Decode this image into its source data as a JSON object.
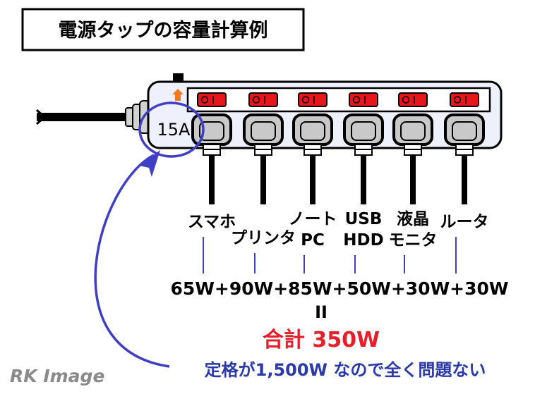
{
  "title": "電源タップの容量計算例",
  "capacity_label": "15A",
  "devices": [
    {
      "id": "smartphone",
      "lines": [
        "スマホ"
      ],
      "watts": "65W"
    },
    {
      "id": "printer",
      "lines": [
        "プリンタ"
      ],
      "watts": "90W"
    },
    {
      "id": "notebook-pc",
      "lines": [
        "ノート",
        "PC"
      ],
      "watts": "85W"
    },
    {
      "id": "usb-hdd",
      "lines": [
        "USB",
        "HDD"
      ],
      "watts": "50W"
    },
    {
      "id": "lcd-monitor",
      "lines": [
        "液晶",
        "モニタ"
      ],
      "watts": "30W"
    },
    {
      "id": "router",
      "lines": [
        "ルータ"
      ],
      "watts": "30W"
    }
  ],
  "sum_expression": "65W+90W+85W+50W+30W+30W",
  "equals_sign": "II",
  "total_label": "合計 350W",
  "conclusion": "定格が1,500W なので全く問題ない",
  "watermark": "RK Image",
  "colors": {
    "outline": "#000000",
    "tap_body": "#eef0fb",
    "switch_red": "#e8151b",
    "outlet_gray": "#c9c9c9",
    "arrow_orange": "#f07a1a",
    "highlight_blue": "#3f3fc4",
    "total_red": "#e6202a",
    "conclusion_blue": "#2a3aa8",
    "watermark_gray": "#8a8a8a"
  }
}
